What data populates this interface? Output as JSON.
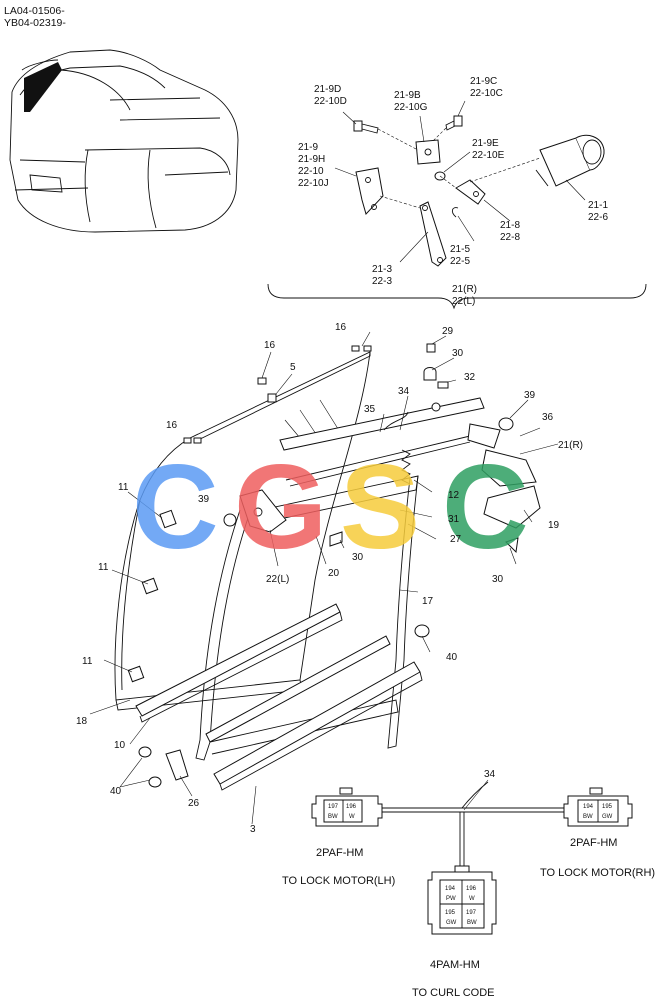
{
  "header": {
    "code_line1": "LA04-01506-",
    "code_line2": "YB04-02319-"
  },
  "watermark": {
    "letters": [
      {
        "char": "C",
        "color": "#5b9bf4"
      },
      {
        "char": "G",
        "color": "#ef5f5f"
      },
      {
        "char": "S",
        "color": "#f6cc3c"
      },
      {
        "char": "C",
        "color": "#2f9f62"
      }
    ]
  },
  "callouts": {
    "c21_9d": "21-9D",
    "c22_10d": "22-10D",
    "c21_9b": "21-9B",
    "c22_10g": "22-10G",
    "c21_9c": "21-9C",
    "c22_10c": "22-10C",
    "c21_9": "21-9",
    "c21_9h": "21-9H",
    "c22_10": "22-10",
    "c22_10j": "22-10J",
    "c21_9e": "21-9E",
    "c22_10e": "22-10E",
    "c21_1": "21-1",
    "c22_6": "22-6",
    "c21_8": "21-8",
    "c22_8": "22-8",
    "c21_5": "21-5",
    "c22_5": "22-5",
    "c21_3": "21-3",
    "c22_3": "22-3",
    "c21r_group": "21(R)",
    "c22l_group": "22(L)",
    "n16a": "16",
    "n16b": "16",
    "n16c": "16",
    "n5": "5",
    "n29": "29",
    "n30a": "30",
    "n32": "32",
    "n34a": "34",
    "n35": "35",
    "n39a": "39",
    "n36": "36",
    "n21r": "21(R)",
    "n11a": "11",
    "n39b": "39",
    "n12": "12",
    "n31": "31",
    "n27": "27",
    "n19": "19",
    "n30b": "30",
    "n30c": "30",
    "n22l": "22(L)",
    "n20": "20",
    "n11b": "11",
    "n17": "17",
    "n40a": "40",
    "n11c": "11",
    "n18": "18",
    "n10": "10",
    "n40b": "40",
    "n26": "26",
    "n3": "3",
    "n34b": "34"
  },
  "connectors": {
    "left": {
      "pins": [
        "197",
        "196"
      ],
      "wires": [
        "BW",
        "W"
      ],
      "name": "2PAF-HM",
      "desc": "TO LOCK MOTOR(LH)"
    },
    "right": {
      "pins": [
        "194",
        "195"
      ],
      "wires": [
        "BW",
        "GW"
      ],
      "name": "2PAF-HM",
      "desc": "TO LOCK MOTOR(RH)"
    },
    "center": {
      "pins": [
        "194",
        "196",
        "195",
        "197"
      ],
      "wires": [
        "PW",
        "W",
        "GW",
        "BW"
      ],
      "name": "4PAM-HM",
      "desc": "TO CURL CODE"
    }
  }
}
